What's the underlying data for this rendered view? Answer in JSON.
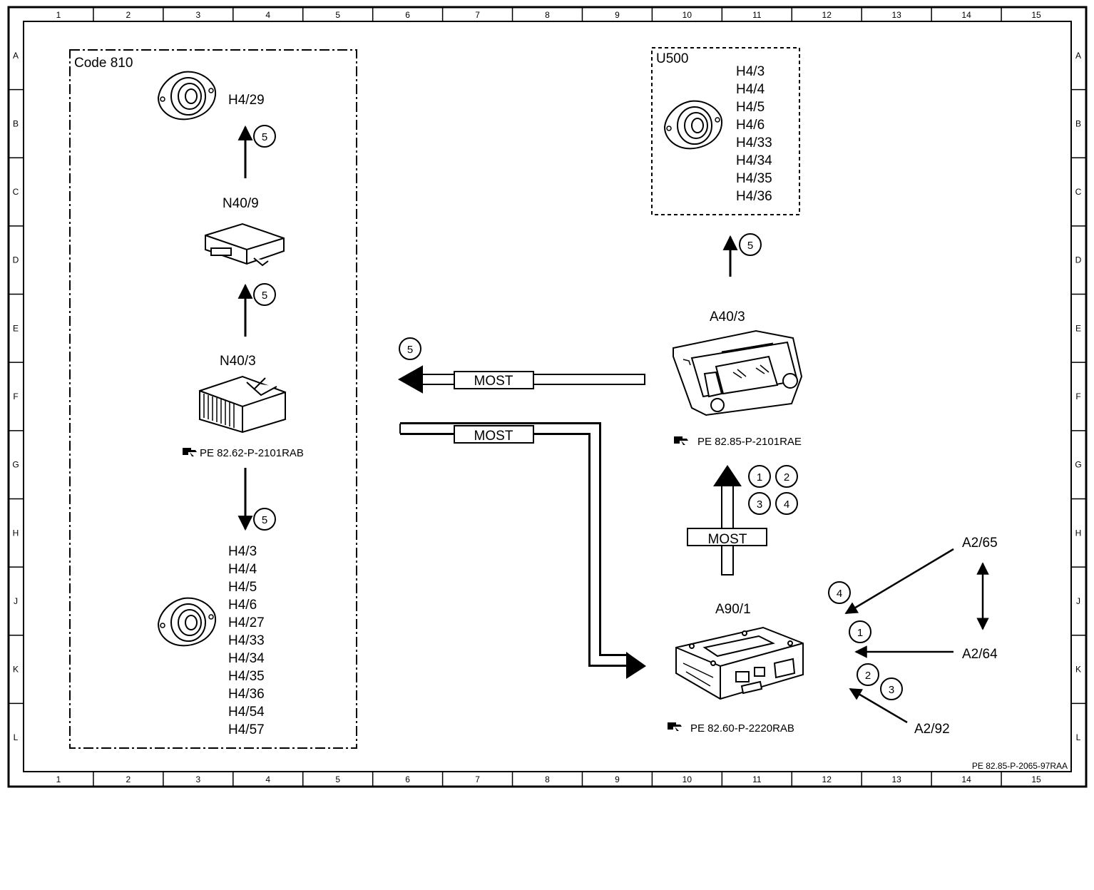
{
  "grid": {
    "columns": [
      "1",
      "2",
      "3",
      "4",
      "5",
      "6",
      "7",
      "8",
      "9",
      "10",
      "11",
      "12",
      "13",
      "14",
      "15"
    ],
    "rows": [
      "A",
      "B",
      "C",
      "D",
      "E",
      "F",
      "G",
      "H",
      "J",
      "K",
      "L"
    ]
  },
  "code_box": {
    "title": "Code 810"
  },
  "u500_box": {
    "title": "U500",
    "speakers": [
      "H4/3",
      "H4/4",
      "H4/5",
      "H4/6",
      "H4/33",
      "H4/34",
      "H4/35",
      "H4/36"
    ]
  },
  "components": {
    "h4_29": "H4/29",
    "n40_9": "N40/9",
    "n40_3": "N40/3",
    "n40_3_ref": "PE 82.62-P-2101RAB",
    "a40_3": "A40/3",
    "a40_3_ref": "PE 82.85-P-2101RAE",
    "a90_1": "A90/1",
    "a90_1_ref": "PE 82.60-P-2220RAB",
    "a2_65": "A2/65",
    "a2_64": "A2/64",
    "a2_92": "A2/92"
  },
  "bottom_speakers": [
    "H4/3",
    "H4/4",
    "H4/5",
    "H4/6",
    "H4/27",
    "H4/33",
    "H4/34",
    "H4/35",
    "H4/36",
    "H4/54",
    "H4/57"
  ],
  "bus": {
    "most1": "MOST",
    "most2": "MOST",
    "most3": "MOST"
  },
  "circles": {
    "c_b5": "5",
    "c_e5": "5",
    "c_h5": "5",
    "c_u5": "5",
    "c_f5": "5",
    "c_g1": "1",
    "c_g2": "2",
    "c_g3": "3",
    "c_g4": "4",
    "c_j4": "4",
    "c_k1": "1",
    "c_k2": "2",
    "c_k3": "3"
  },
  "doc_id": "PE 82.85-P-2065-97RAA",
  "icons": {
    "doc_ref": "book-pointer-icon",
    "speaker": "speaker-icon"
  }
}
